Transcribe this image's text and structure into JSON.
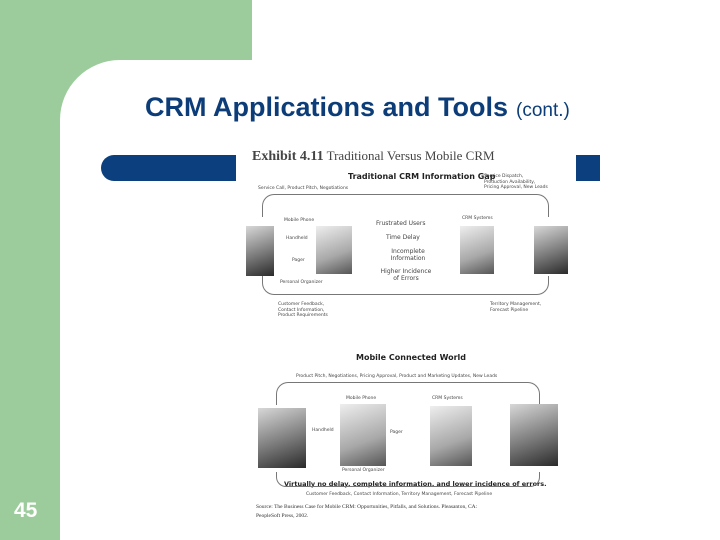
{
  "slide": {
    "title": "CRM Applications and Tools",
    "title_suffix": "(cont.)",
    "number": "45"
  },
  "exhibit": {
    "label": "Exhibit 4.11",
    "title": "Traditional Versus Mobile CRM",
    "traditional": {
      "heading": "Traditional CRM Information Gap",
      "top_left": "Service Call, Product Pitch, Negotiations",
      "top_right": [
        "Service Dispatch,",
        "Production Availability,",
        "Pricing Approval, New Leads"
      ],
      "devices": [
        "Mobile Phone",
        "Handheld",
        "Pager",
        "Personal Organizer"
      ],
      "crm": "CRM Systems",
      "gaps": [
        "Frustrated Users",
        "Time Delay",
        "Incomplete Information",
        "Higher Incidence of Errors"
      ],
      "bottom_left": [
        "Customer Feedback,",
        "Contact Information,",
        "Product Requirements"
      ],
      "bottom_right": [
        "Territory Management,",
        "Forecast Pipeline"
      ]
    },
    "mobile": {
      "heading": "Mobile Connected World",
      "top_line": "Product Pitch, Negotiations, Pricing Approval, Product and Marketing Updates, New Leads",
      "devices": [
        "Mobile Phone",
        "Handheld",
        "Pager",
        "Personal Organizer"
      ],
      "crm": "CRM Systems",
      "note": "Virtually no delay, complete information, and lower incidence of errors.",
      "bottom_line": "Customer Feedback, Contact Information, Territory Management, Forecast Pipeline"
    },
    "source": [
      "Source: The Business Case for Mobile CRM: Opportunities, Pitfalls, and Solutions. Pleasanton, CA:",
      "PeopleSoft Press, 2002."
    ]
  }
}
